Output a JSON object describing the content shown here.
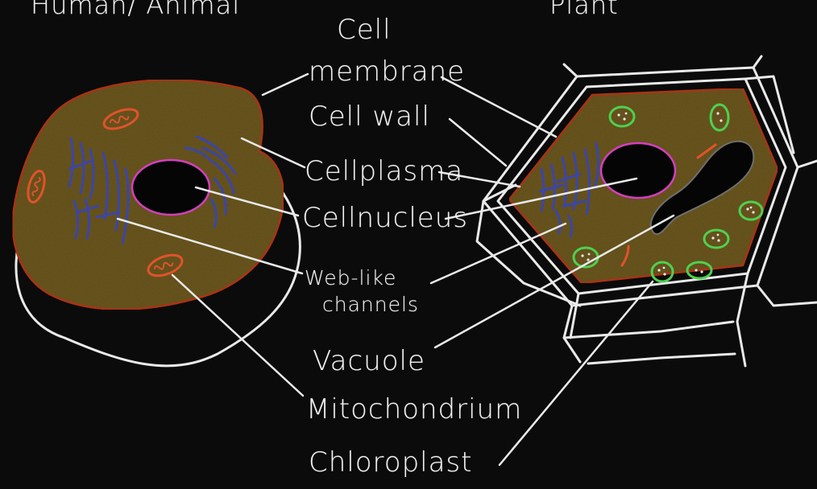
{
  "diagram": {
    "headings": {
      "animal": "Human/ Animal",
      "plant": "Plant"
    },
    "labels": {
      "cell_1": "Cell",
      "membrane": "membrane",
      "cell_wall": "Cell wall",
      "cellplasma": "Cellplasma",
      "cellnucleus": "Cellnucleus",
      "web_like": "Web-like",
      "channels": "channels",
      "vacuole": "Vacuole",
      "mitochondrium": "Mitochondrium",
      "chloroplast": "Chloroplast"
    },
    "colors": {
      "background": "#0b0b0b",
      "chalk": "#f2f2f2",
      "cytoplasm": "#6e5a24",
      "membrane": "#b83a1e",
      "nucleus_outline": "#d43fc0",
      "channels": "#3b46a8",
      "mitochondrion": "#e0532a",
      "chloroplast": "#4fd04f"
    }
  }
}
